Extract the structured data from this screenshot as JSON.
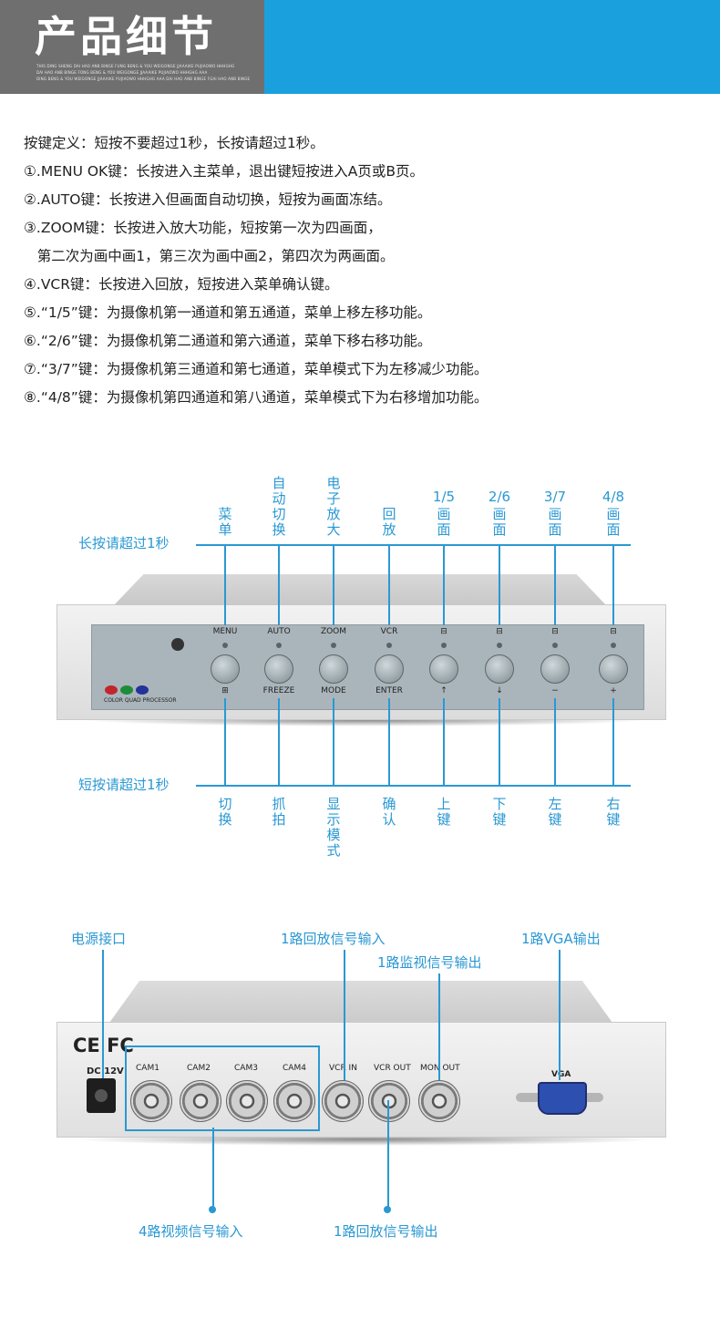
{
  "header": {
    "title": "产品细节",
    "sub_lines": [
      "THIS DING SHENG DAI HAO ANB BINGE FUNG BENG & YOU WEIGONGE JJAAAIKE PUJIAOWO HHHGHG",
      "DAI HAO ANB BINGE FONG BENG & YOU WEIGONGE JJAAAIKE PUJIAOWO HHHGHG AAA",
      "DING BENG & YOU WEIGONGE JJAAAIKE PUJIAOWO HHHGHG AAA DAI HAO ANB BINGE FGAI HAO ANB BINGE"
    ]
  },
  "description": {
    "lines": [
      "按键定义：短按不要超过1秒，长按请超过1秒。",
      "①.MENU OK键：长按进入主菜单，退出键短按进入A页或B页。",
      "②.AUTO键：长按进入但画面自动切换，短按为画面冻结。",
      "③.ZOOM键：长按进入放大功能，短按第一次为四画面，",
      "   第二次为画中画1，第三次为画中画2，第四次为两画面。",
      "④.VCR键：长按进入回放，短按进入菜单确认键。",
      "⑤.“1/5”键：为摄像机第一通道和第五通道，菜单上移左移功能。",
      "⑥.“2/6”键：为摄像机第二通道和第六通道，菜单下移右移功能。",
      "⑦.“3/7”键：为摄像机第三通道和第七通道，菜单模式下为左移减少功能。",
      "⑧.“4/8”键：为摄像机第四通道和第八通道，菜单模式下为右移增加功能。"
    ]
  },
  "front": {
    "long_press_label": "长按请超过1秒",
    "short_press_label": "短按请超过1秒",
    "panel_brand": "COLOR QUAD PROCESSOR",
    "buttons": [
      {
        "top": "菜\n单",
        "panel_top": "MENU",
        "panel_bottom": "⊞",
        "bottom": "切\n换"
      },
      {
        "top": "自\n动\n切\n换",
        "panel_top": "AUTO",
        "panel_bottom": "FREEZE",
        "bottom": "抓\n拍"
      },
      {
        "top": "电\n子\n放\n大",
        "panel_top": "ZOOM",
        "panel_bottom": "MODE",
        "bottom": "显\n示\n模\n式"
      },
      {
        "top": "回\n放",
        "panel_top": "VCR",
        "panel_bottom": "ENTER",
        "bottom": "确\n认"
      },
      {
        "top_num": "1/5",
        "top": "画\n面",
        "panel_top": "⊟",
        "panel_bottom": "↑",
        "bottom": "上\n键"
      },
      {
        "top_num": "2/6",
        "top": "画\n面",
        "panel_top": "⊟",
        "panel_bottom": "↓",
        "bottom": "下\n键"
      },
      {
        "top_num": "3/7",
        "top": "画\n面",
        "panel_top": "⊟",
        "panel_bottom": "−",
        "bottom": "左\n键"
      },
      {
        "top_num": "4/8",
        "top": "画\n面",
        "panel_top": "⊟",
        "panel_bottom": "+",
        "bottom": "右\n键"
      }
    ]
  },
  "rear": {
    "power_label": "电源接口",
    "vcr_in_label": "1路回放信号输入",
    "mon_out_label": "1路监视信号输出",
    "vga_label": "1路VGA输出",
    "video_in_label": "4路视频信号输入",
    "vcr_out_label": "1路回放信号输出",
    "marks": "CE FC",
    "dc": "DC 12V",
    "cams": [
      "CAM1",
      "CAM2",
      "CAM3",
      "CAM4"
    ],
    "vcr_in": "VCR IN",
    "vcr_out": "VCR OUT",
    "mon_out": "MON OUT",
    "vga": "VGA"
  }
}
